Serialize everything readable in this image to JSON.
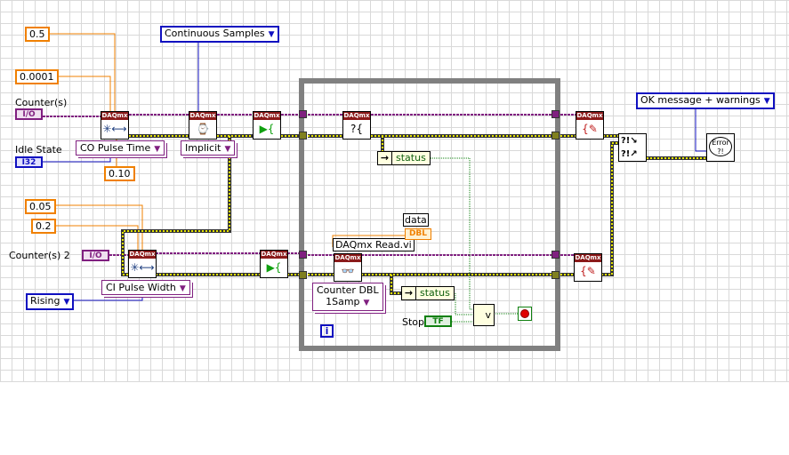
{
  "constants": {
    "high_time": "0.5",
    "low_time": "0.0001",
    "initial_delay": "0.10",
    "min_val": "0.05",
    "max_val": "0.2"
  },
  "controls": {
    "counter1_label": "Counter(s)",
    "counter1_type": "I/O",
    "idle_label": "Idle State",
    "idle_type": "I32",
    "counter2_label": "Counter(s) 2",
    "counter2_type": "I/O",
    "stop_label": "Stop",
    "stop_type": "TF"
  },
  "enums": {
    "sample_mode": "Continuous Samples",
    "edge": "Rising",
    "error_dialog": "OK message + warnings"
  },
  "rings": {
    "co_type": "CO Pulse Time",
    "timing": "Implicit",
    "ci_type": "CI Pulse Width",
    "read_type_line1": "Counter DBL",
    "read_type_line2": "1Samp"
  },
  "nodes": {
    "header": "DAQmx",
    "read_label": "DAQmx Read.vi"
  },
  "indicators": {
    "data_label": "data",
    "data_type": "DBL"
  },
  "unbundle": {
    "field": "status",
    "arrow": "→"
  },
  "loop": {
    "iteration": "i",
    "or_label": "v"
  },
  "error": {
    "merge": "?!",
    "handler": "Error ?!"
  },
  "colors": {
    "task_wire": "#802080",
    "error_wire": "#c8c800",
    "numeric": "#f08000",
    "enum": "#1010c0",
    "boolean": "#108010",
    "loop_border": "#808080"
  }
}
